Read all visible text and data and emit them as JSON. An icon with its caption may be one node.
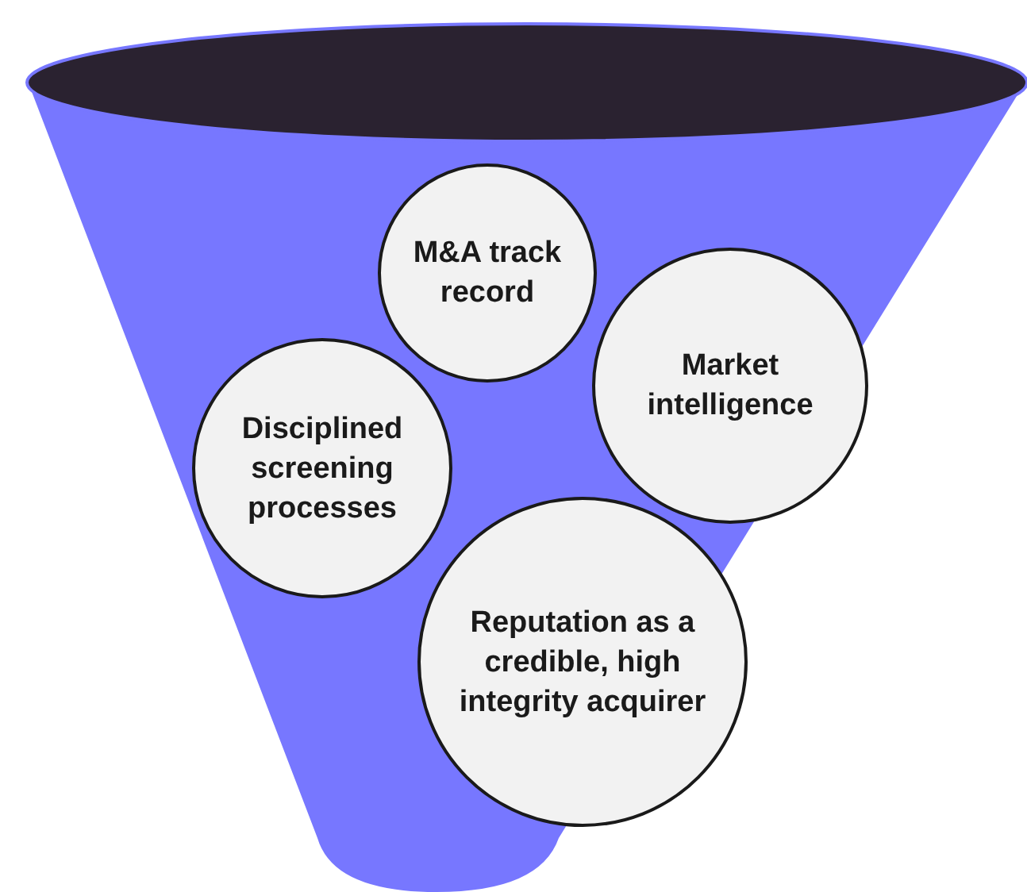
{
  "diagram": {
    "nodes": [
      {
        "text": [
          "M&A track record"
        ]
      },
      {
        "text": [
          "Market intelligence"
        ]
      },
      {
        "text": [
          "Disciplined screening processes"
        ]
      },
      {
        "text": [
          "Reputation as a credible, high integrity acquirer"
        ]
      }
    ]
  }
}
